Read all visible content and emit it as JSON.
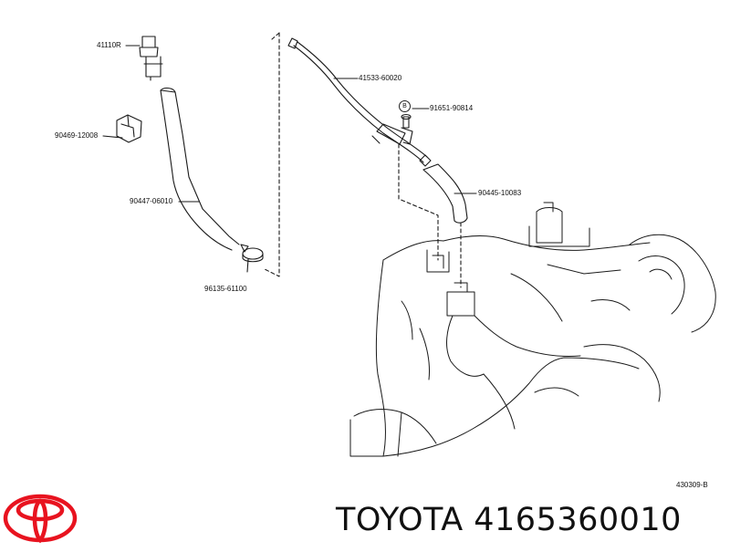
{
  "diagram": {
    "part_labels": {
      "breather_plug": "41110R",
      "clip": "90469-12008",
      "hose_left": "90447-06010",
      "clamp": "96135-61100",
      "breather_tube": "41533-60020",
      "bolt": "91651-90814",
      "hose_right": "90445-10083",
      "bolt_marker": "B"
    },
    "reference_code": "430309-B"
  },
  "caption": {
    "brand_and_part": "TOYOTA 4165360010"
  },
  "logo": {
    "icon": "toyota-logo-icon",
    "color": "#e8131f"
  }
}
